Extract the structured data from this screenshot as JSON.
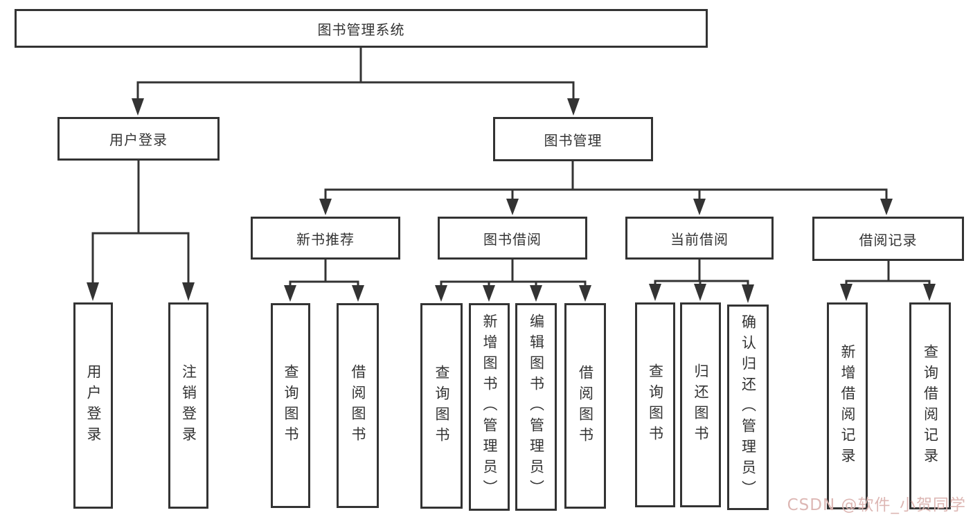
{
  "diagram": {
    "root": {
      "label": "图书管理系统"
    },
    "branches": [
      {
        "label": "用户登录",
        "leaves": [
          {
            "label": "用户登录"
          },
          {
            "label": "注销登录"
          }
        ]
      },
      {
        "label": "图书管理"
      }
    ],
    "modules": [
      {
        "label": "新书推荐",
        "leaves": [
          {
            "label": "查询图书"
          },
          {
            "label": "借阅图书"
          }
        ]
      },
      {
        "label": "图书借阅",
        "leaves": [
          {
            "label": "查询图书"
          },
          {
            "label": "新增图书（管理员）"
          },
          {
            "label": "编辑图书（管理员）"
          },
          {
            "label": "借阅图书"
          }
        ]
      },
      {
        "label": "当前借阅",
        "leaves": [
          {
            "label": "查询图书"
          },
          {
            "label": "归还图书"
          },
          {
            "label": "确认归还（管理员）"
          }
        ]
      },
      {
        "label": "借阅记录",
        "leaves": [
          {
            "label": "新增借阅记录"
          },
          {
            "label": "查询借阅记录"
          }
        ]
      }
    ],
    "watermark": {
      "text": "CSDN @软件_小贺同学",
      "color": "#dcb4b0"
    },
    "colors": {
      "line": "#333333",
      "box_border": "#333333",
      "box_background": "#ffffff",
      "text": "#333333",
      "background": "#ffffff"
    }
  }
}
